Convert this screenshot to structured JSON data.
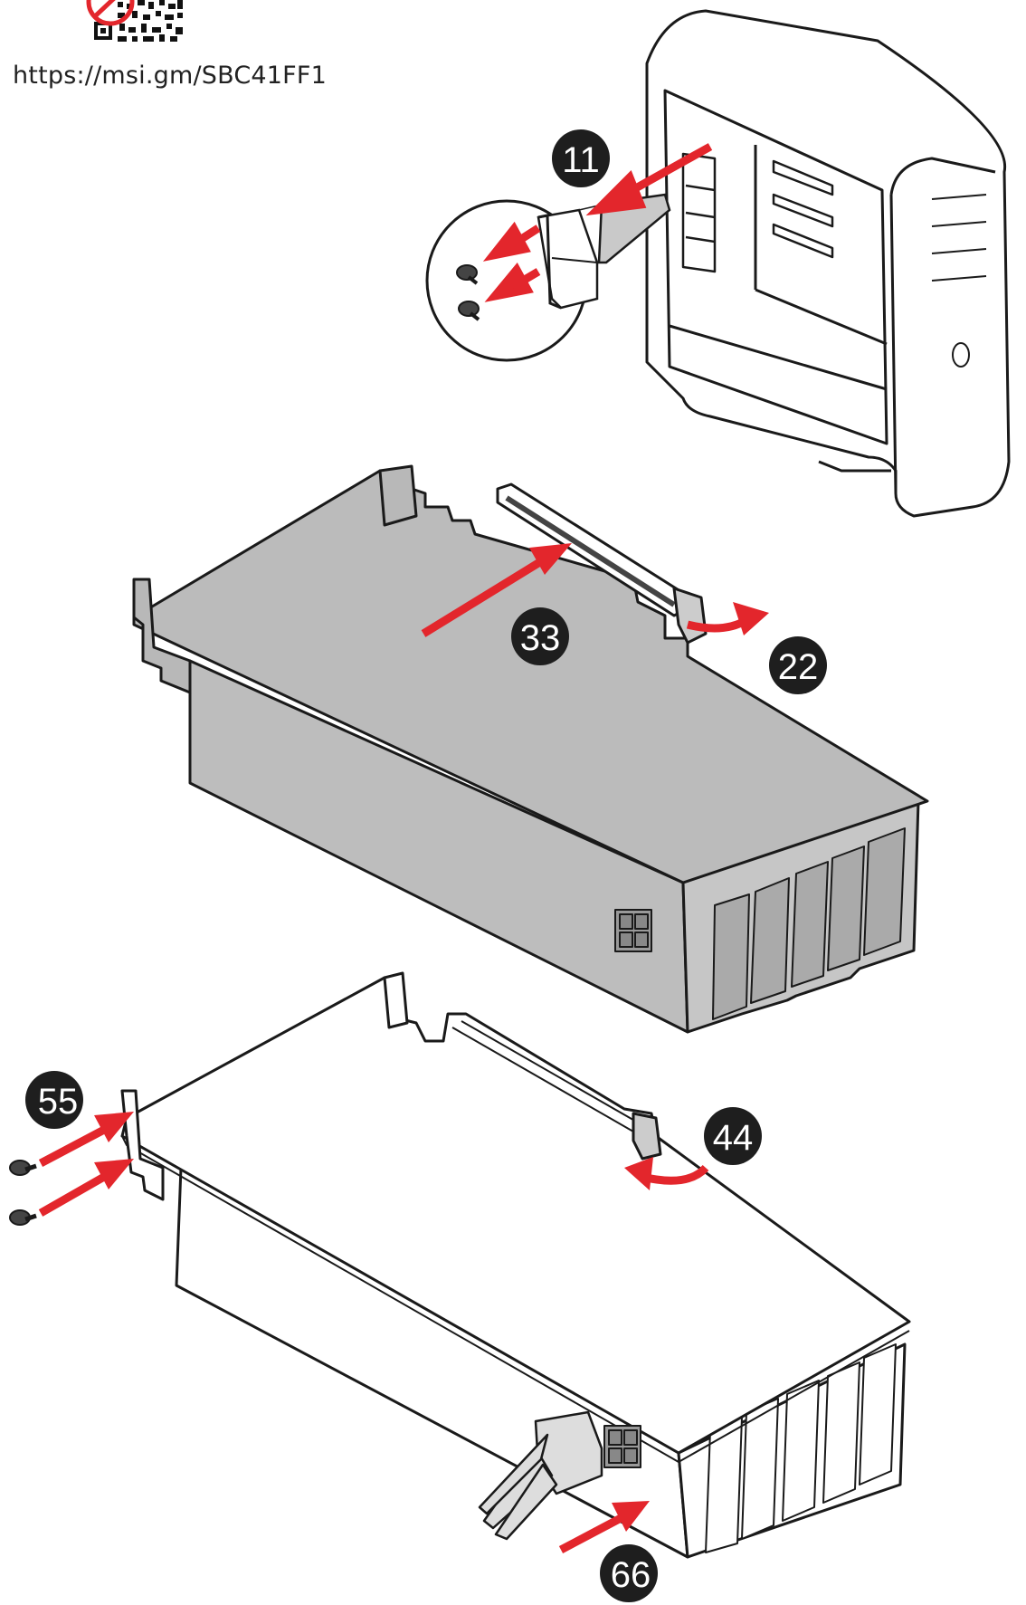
{
  "qr": {
    "url": "https://msi.gm/SBC41FF1"
  },
  "steps": [
    {
      "id": "1",
      "label": "11"
    },
    {
      "id": "2",
      "label": "22"
    },
    {
      "id": "3",
      "label": "33"
    },
    {
      "id": "4",
      "label": "44"
    },
    {
      "id": "5",
      "label": "55"
    },
    {
      "id": "6",
      "label": "66"
    }
  ],
  "colors": {
    "arrow": "#e3262c",
    "badge": "#1e1e1e",
    "badge_text": "#ffffff",
    "line": "#1a1a1a",
    "card_fill_gray": "#bdbdbd",
    "card_fill_white": "#ffffff",
    "qr_no_symbol": "#e3262c"
  },
  "icons": [
    "qr-code-icon",
    "no-entry-icon",
    "screw-icon",
    "arrow-icon",
    "step-badge-icon"
  ]
}
